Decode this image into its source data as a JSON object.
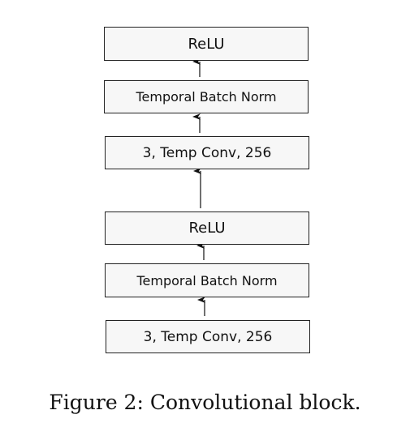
{
  "diagram": {
    "blocks": [
      {
        "label": "ReLU"
      },
      {
        "label": "Temporal Batch Norm"
      },
      {
        "label": "3, Temp Conv, 256"
      },
      {
        "label": "ReLU"
      },
      {
        "label": "Temporal Batch Norm"
      },
      {
        "label": "3, Temp Conv, 256"
      }
    ]
  },
  "caption": "Figure 2: Convolutional block."
}
